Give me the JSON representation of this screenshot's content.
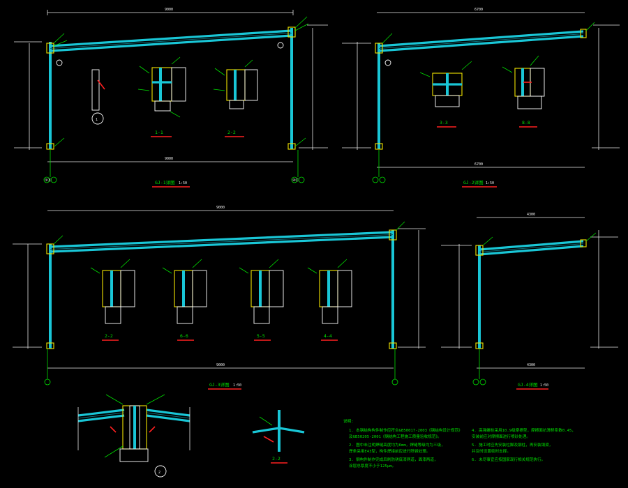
{
  "frames": {
    "gj1": {
      "title": "GJ-1详图",
      "scale": "1:50",
      "sec1": "1-1",
      "sec2": "2-2",
      "grid_left": "①Ⓚ",
      "grid_right": "④Ⓒ",
      "detail": "1",
      "span": "9000"
    },
    "gj2": {
      "title": "GJ-2详图",
      "scale": "1:50",
      "sec1": "3-3",
      "sec2": "8-8",
      "span": "6700"
    },
    "gj3": {
      "title": "GJ-3详图",
      "scale": "1:50",
      "sec1": "2-2",
      "sec2": "6-6",
      "sec3": "5-5",
      "sec4": "4-4",
      "span": "9000"
    },
    "gj4": {
      "title": "GJ-4详图",
      "scale": "1:50",
      "span": "4300"
    }
  },
  "details": {
    "node2": "2",
    "node2_sec": "2-2"
  },
  "notes": {
    "heading": "说明:",
    "left": [
      "1. 本钢结构构件制作应符合GB50017-2003《钢结构设计规范》",
      "   及GB50205-2001《钢结构工程施工质量验收规范》。",
      "2. 图中未注明焊缝高度均为6mm，焊缝等级均为三级，",
      "   焊条采用E43型，构件焊接前应进行除锈处理。",
      "3. 钢构件制作完成后刷防锈底漆两道，面漆两道，",
      "   涂层总厚度不小于125μm。"
    ],
    "right": [
      "4. 高强螺栓采用10.9级摩擦型，摩擦面抗滑移系数0.45，",
      "   安装前应对摩擦面进行喷砂处理。",
      "5. 施工时应先安装柱脚及钢柱，再安装钢梁，",
      "   并及时设置临时支撑。",
      "6. 未尽事宜应按国家现行相关规范执行。"
    ]
  },
  "colors": {
    "steel": "#19c6d6",
    "text": "#00e000",
    "highlight": "#f2e500",
    "underline": "#ff2020"
  }
}
